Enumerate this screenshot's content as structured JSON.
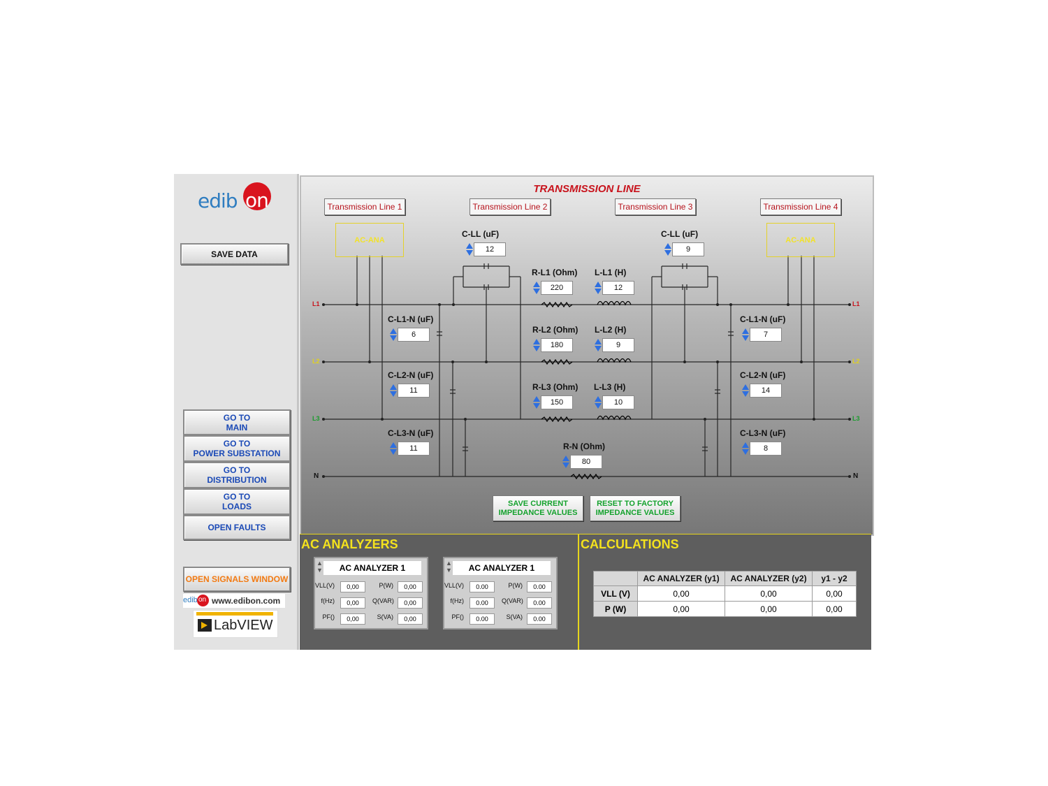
{
  "sidebar": {
    "logo": {
      "prefix": "edib",
      "suffix": "on"
    },
    "save_data": "SAVE DATA",
    "nav": [
      {
        "label": "GO TO\nMAIN"
      },
      {
        "label": "GO TO\nPOWER SUBSTATION"
      },
      {
        "label": "GO TO\nDISTRIBUTION"
      },
      {
        "label": "GO TO\nLOADS"
      },
      {
        "label": "OPEN FAULTS"
      }
    ],
    "open_signals": "OPEN SIGNALS WINDOW",
    "website": {
      "mini_prefix": "edib",
      "mini_suffix": "on",
      "url": "www.edibon.com"
    },
    "labview": "LabVIEW"
  },
  "main": {
    "title": "TRANSMISSION LINE",
    "tabs": [
      "Transmission Line 1",
      "Transmission Line 2",
      "Transmission Line 3",
      "Transmission Line 4"
    ],
    "ac_ana_left": "AC-ANA",
    "ac_ana_right": "AC-ANA",
    "line_labels": {
      "l1": "L1",
      "l2": "L2",
      "l3": "L3",
      "n": "N"
    },
    "controls": {
      "cll_left": {
        "label": "C-LL (uF)",
        "value": "12"
      },
      "cll_right": {
        "label": "C-LL (uF)",
        "value": "9"
      },
      "rl1": {
        "label": "R-L1 (Ohm)",
        "value": "220"
      },
      "ll1": {
        "label": "L-L1 (H)",
        "value": "12"
      },
      "rl2": {
        "label": "R-L2 (Ohm)",
        "value": "180"
      },
      "ll2": {
        "label": "L-L2 (H)",
        "value": "9"
      },
      "rl3": {
        "label": "R-L3 (Ohm)",
        "value": "150"
      },
      "ll3": {
        "label": "L-L3 (H)",
        "value": "10"
      },
      "rn": {
        "label": "R-N (Ohm)",
        "value": "80"
      },
      "cl1n_left": {
        "label": "C-L1-N (uF)",
        "value": "6"
      },
      "cl2n_left": {
        "label": "C-L2-N (uF)",
        "value": "11"
      },
      "cl3n_left": {
        "label": "C-L3-N (uF)",
        "value": "11"
      },
      "cl1n_right": {
        "label": "C-L1-N (uF)",
        "value": "7"
      },
      "cl2n_right": {
        "label": "C-L2-N (uF)",
        "value": "14"
      },
      "cl3n_right": {
        "label": "C-L3-N (uF)",
        "value": "8"
      }
    },
    "save_impedance": "SAVE CURRENT\nIMPEDANCE VALUES",
    "reset_impedance": "RESET TO FACTORY\nIMPEDANCE VALUES"
  },
  "ac_analyzers": {
    "title": "AC ANALYZERS",
    "analyzers": [
      {
        "name": "AC ANALYZER 1",
        "fields": {
          "vll_label": "VLL(V)",
          "vll": "0,00",
          "p_label": "P(W)",
          "p": "0,00",
          "f_label": "f(Hz)",
          "f": "0,00",
          "q_label": "Q(VAR)",
          "q": "0,00",
          "pf_label": "PF()",
          "pf": "0,00",
          "s_label": "S(VA)",
          "s": "0,00"
        }
      },
      {
        "name": "AC ANALYZER 1",
        "fields": {
          "vll_label": "VLL(V)",
          "vll": "0.00",
          "p_label": "P(W)",
          "p": "0.00",
          "f_label": "f(Hz)",
          "f": "0.00",
          "q_label": "Q(VAR)",
          "q": "0.00",
          "pf_label": "PF()",
          "pf": "0.00",
          "s_label": "S(VA)",
          "s": "0.00"
        }
      }
    ]
  },
  "calculations": {
    "title": "CALCULATIONS",
    "headers": [
      "AC ANALYZER (y1)",
      "AC ANALYZER (y2)",
      "y1 - y2"
    ],
    "rows": [
      {
        "label": "VLL (V)",
        "values": [
          "0,00",
          "0,00",
          "0,00"
        ]
      },
      {
        "label": "P (W)",
        "values": [
          "0,00",
          "0,00",
          "0,00"
        ]
      }
    ]
  },
  "colors": {
    "title_red": "#c8131c",
    "accent_yellow": "#f4e21d",
    "nav_blue": "#1a49b6",
    "green_btn": "#13a12c",
    "orange": "#f27a12"
  }
}
